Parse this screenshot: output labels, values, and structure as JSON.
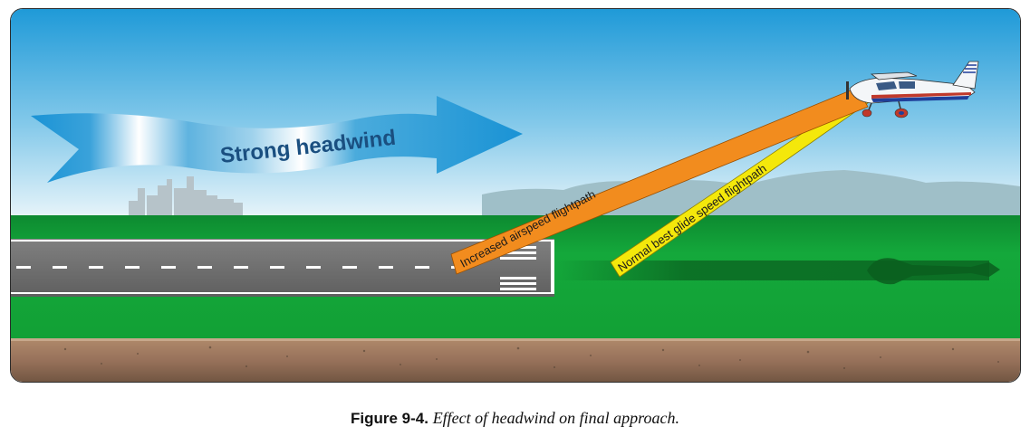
{
  "figure": {
    "wind_label": "Strong headwind",
    "path_increased_label": "Increased airspeed flightpath",
    "path_normal_label": "Normal best glide speed flightpath",
    "caption_number": "Figure 9-4.",
    "caption_text": "Effect of headwind on final approach."
  },
  "colors": {
    "sky_top": "#1f9ad8",
    "sky_bottom": "#e6f3f8",
    "grass": "#13a23a",
    "runway": "#6f6f6f",
    "increased_path": "#f28c1e",
    "normal_path": "#f4e80b",
    "wind_arrow": "#1c95d6",
    "wind_text": "#1a4f80",
    "soil": "#a47b5c"
  }
}
